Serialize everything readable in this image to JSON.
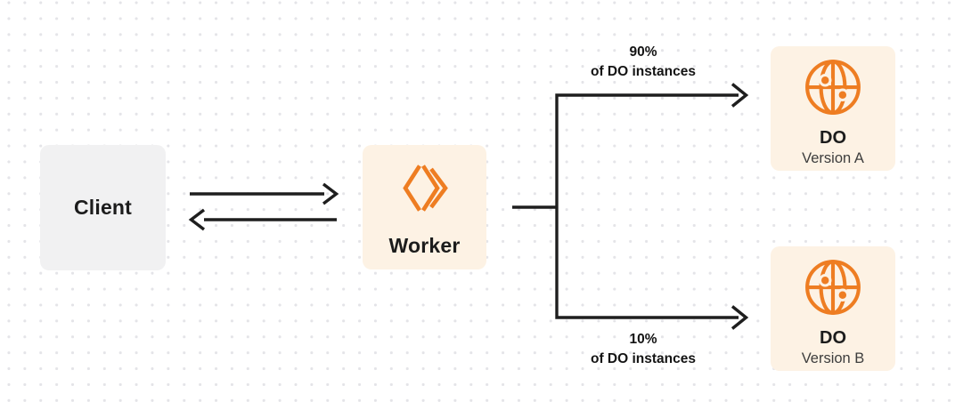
{
  "diagram": {
    "nodes": {
      "client": {
        "label": "Client"
      },
      "worker": {
        "label": "Worker",
        "icon": "cloudflare-workers-icon"
      },
      "version_a": {
        "title": "DO",
        "subtitle": "Version A",
        "icon": "durable-object-globe-icon"
      },
      "version_b": {
        "title": "DO",
        "subtitle": "Version B",
        "icon": "durable-object-globe-icon"
      }
    },
    "edge_labels": {
      "to_version_a": {
        "percent": "90%",
        "caption": "of DO instances"
      },
      "to_version_b": {
        "percent": "10%",
        "caption": "of DO instances"
      }
    },
    "colors": {
      "accent_orange": "#EE7D22",
      "node_cream_bg": "#FDF2E4",
      "node_gray_bg": "#F1F1F2",
      "connector_line": "#1E1E1E",
      "dot_grid": "#E4E4E8",
      "title_text": "#1C1C1C",
      "subtitle_text": "#3D3D3D"
    }
  }
}
